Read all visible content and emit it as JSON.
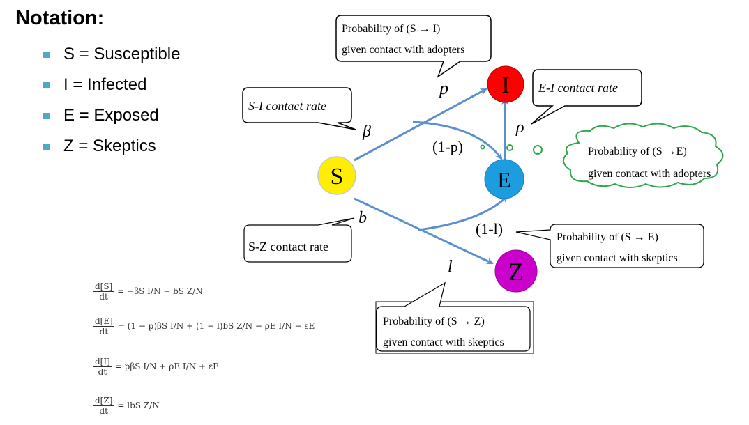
{
  "notation": {
    "title": "Notation:",
    "items": [
      "S = Susceptible",
      "I = Infected",
      "E = Exposed",
      "Z = Skeptics"
    ]
  },
  "nodes": {
    "S": {
      "label": "S",
      "color": "#ffee00"
    },
    "I": {
      "label": "I",
      "color": "#ff0000"
    },
    "E": {
      "label": "E",
      "color": "#1e9ce0"
    },
    "Z": {
      "label": "Z",
      "color": "#cc00cc"
    }
  },
  "edge_labels": {
    "beta": "β",
    "p": "p",
    "one_minus_p": "(1-p)",
    "rho": "ρ",
    "b": "b",
    "l": "l",
    "one_minus_l": "(1-l)"
  },
  "callouts": {
    "s_to_i": {
      "line1": "Probability of (S → I)",
      "line2": "given contact with adopters"
    },
    "ei_rate": {
      "line1": "E-I  contact rate"
    },
    "si_rate": {
      "line1": "S-I  contact rate"
    },
    "s_to_e_adopters": {
      "line1": "Probability of (S →E)",
      "line2": "given contact with adopters"
    },
    "s_to_e_skeptics": {
      "line1": "Probability of (S → E)",
      "line2": "given contact with skeptics"
    },
    "sz_rate": {
      "line1": "S-Z  contact rate"
    },
    "s_to_z": {
      "line1": "Probability of (S → Z)",
      "line2": "given contact with skeptics"
    }
  },
  "colors": {
    "arrow": "#5b8fd0",
    "cloud": "#2ea84a",
    "bullet": "#4fa7c9"
  },
  "equations": [
    {
      "lhs_num": "d[S]",
      "lhs_den": "dt",
      "rhs": "= −βS I/N − bS Z/N"
    },
    {
      "lhs_num": "d[E]",
      "lhs_den": "dt",
      "rhs": "= (1 − p)βS I/N + (1 − l)bS Z/N − ρE I/N − εE"
    },
    {
      "lhs_num": "d[I]",
      "lhs_den": "dt",
      "rhs": "= pβS I/N + ρE I/N + εE"
    },
    {
      "lhs_num": "d[Z]",
      "lhs_den": "dt",
      "rhs": "= lbS Z/N"
    }
  ]
}
